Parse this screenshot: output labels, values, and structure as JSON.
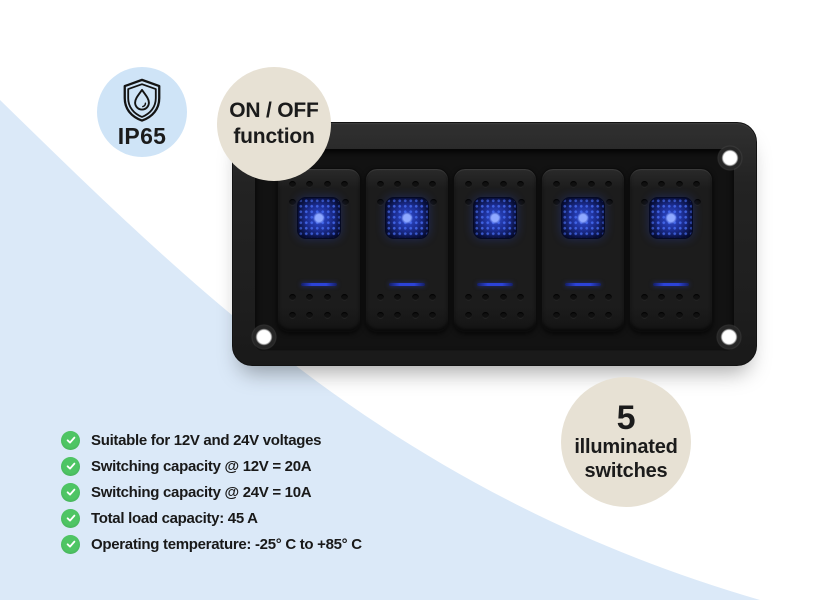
{
  "page": {
    "background": "#ffffff",
    "wedge_color": "#dbe9f8"
  },
  "badges": {
    "ip_rating": {
      "label": "IP65",
      "icon": "shield-water-drop",
      "bg": "#cfe4f7"
    },
    "on_off": {
      "line1": "ON / OFF",
      "line2": "function",
      "bg": "#e7e1d4"
    },
    "switch_count": {
      "number": "5",
      "line1": "illuminated",
      "line2": "switches",
      "bg": "#e7e1d4"
    }
  },
  "panel": {
    "switch_count": 5,
    "led_color": "#2c43d8"
  },
  "features": {
    "check_color": "#4ec564",
    "items": [
      "Suitable for 12V and 24V voltages",
      "Switching capacity @ 12V = 20A",
      "Switching capacity @ 24V = 10A",
      "Total load capacity: 45 A",
      "Operating temperature: -25° C to +85° C"
    ]
  }
}
